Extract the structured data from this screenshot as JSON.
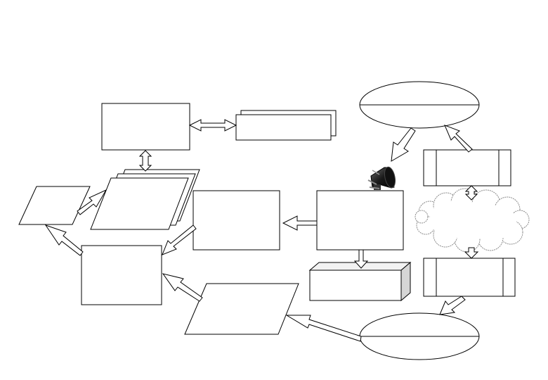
{
  "diagram": {
    "nodes": [
      {
        "id": "top-left-box",
        "shape": "rectangle",
        "text": ""
      },
      {
        "id": "stacked-card",
        "shape": "stacked-rectangles",
        "text": ""
      },
      {
        "id": "top-right-ellipse",
        "shape": "split-ellipse",
        "text": ""
      },
      {
        "id": "right-upper-process",
        "shape": "predefined-process",
        "text": ""
      },
      {
        "id": "cloud",
        "shape": "cloud",
        "text": ""
      },
      {
        "id": "right-lower-process",
        "shape": "predefined-process",
        "text": ""
      },
      {
        "id": "bottom-right-ellipse",
        "shape": "split-ellipse",
        "text": ""
      },
      {
        "id": "small-parallelogram",
        "shape": "parallelogram",
        "text": ""
      },
      {
        "id": "stacked-parallelograms",
        "shape": "multi-document-parallelogram",
        "text": ""
      },
      {
        "id": "center-box",
        "shape": "rectangle",
        "text": ""
      },
      {
        "id": "right-center-box",
        "shape": "rectangle",
        "text": ""
      },
      {
        "id": "left-box",
        "shape": "rectangle",
        "text": ""
      },
      {
        "id": "bottom-parallelogram",
        "shape": "parallelogram",
        "text": ""
      },
      {
        "id": "cube-box",
        "shape": "3d-box",
        "text": ""
      }
    ],
    "icons": [
      {
        "id": "megaphone",
        "icon": "megaphone-icon"
      }
    ],
    "colors": {
      "stroke": "#000000",
      "fill": "#ffffff",
      "cloud_stroke": "#8a8a8a",
      "cube_side": "#d6d6d6",
      "cube_top": "#f2f2f2"
    }
  }
}
